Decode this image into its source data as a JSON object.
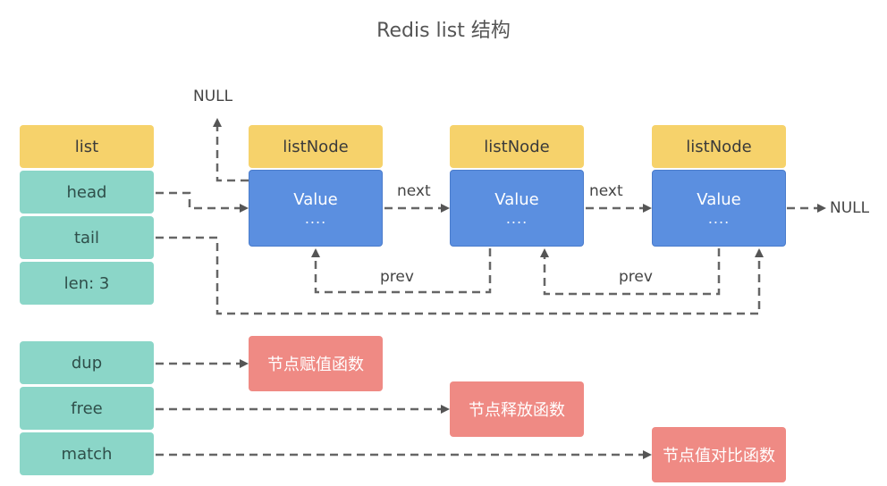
{
  "title": "Redis list 结构",
  "list_struct": {
    "header": "list",
    "fields": [
      "head",
      "tail",
      "len: 3"
    ]
  },
  "funcs": {
    "fields": [
      "dup",
      "free",
      "match"
    ],
    "targets": [
      "节点赋值函数",
      "节点释放函数",
      "节点值对比函数"
    ]
  },
  "nodes": [
    {
      "header": "listNode",
      "value": "Value",
      "dots": "...."
    },
    {
      "header": "listNode",
      "value": "Value",
      "dots": "...."
    },
    {
      "header": "listNode",
      "value": "Value",
      "dots": "...."
    }
  ],
  "labels": {
    "null_top": "NULL",
    "null_right": "NULL",
    "next_1": "next",
    "next_2": "next",
    "prev_1": "prev",
    "prev_2": "prev"
  },
  "colors": {
    "header_yellow": "#f6d26b",
    "field_teal": "#8bd6c8",
    "node_blue": "#5b8fe0",
    "func_red": "#ef8a84",
    "arrow_gray": "#555555"
  }
}
